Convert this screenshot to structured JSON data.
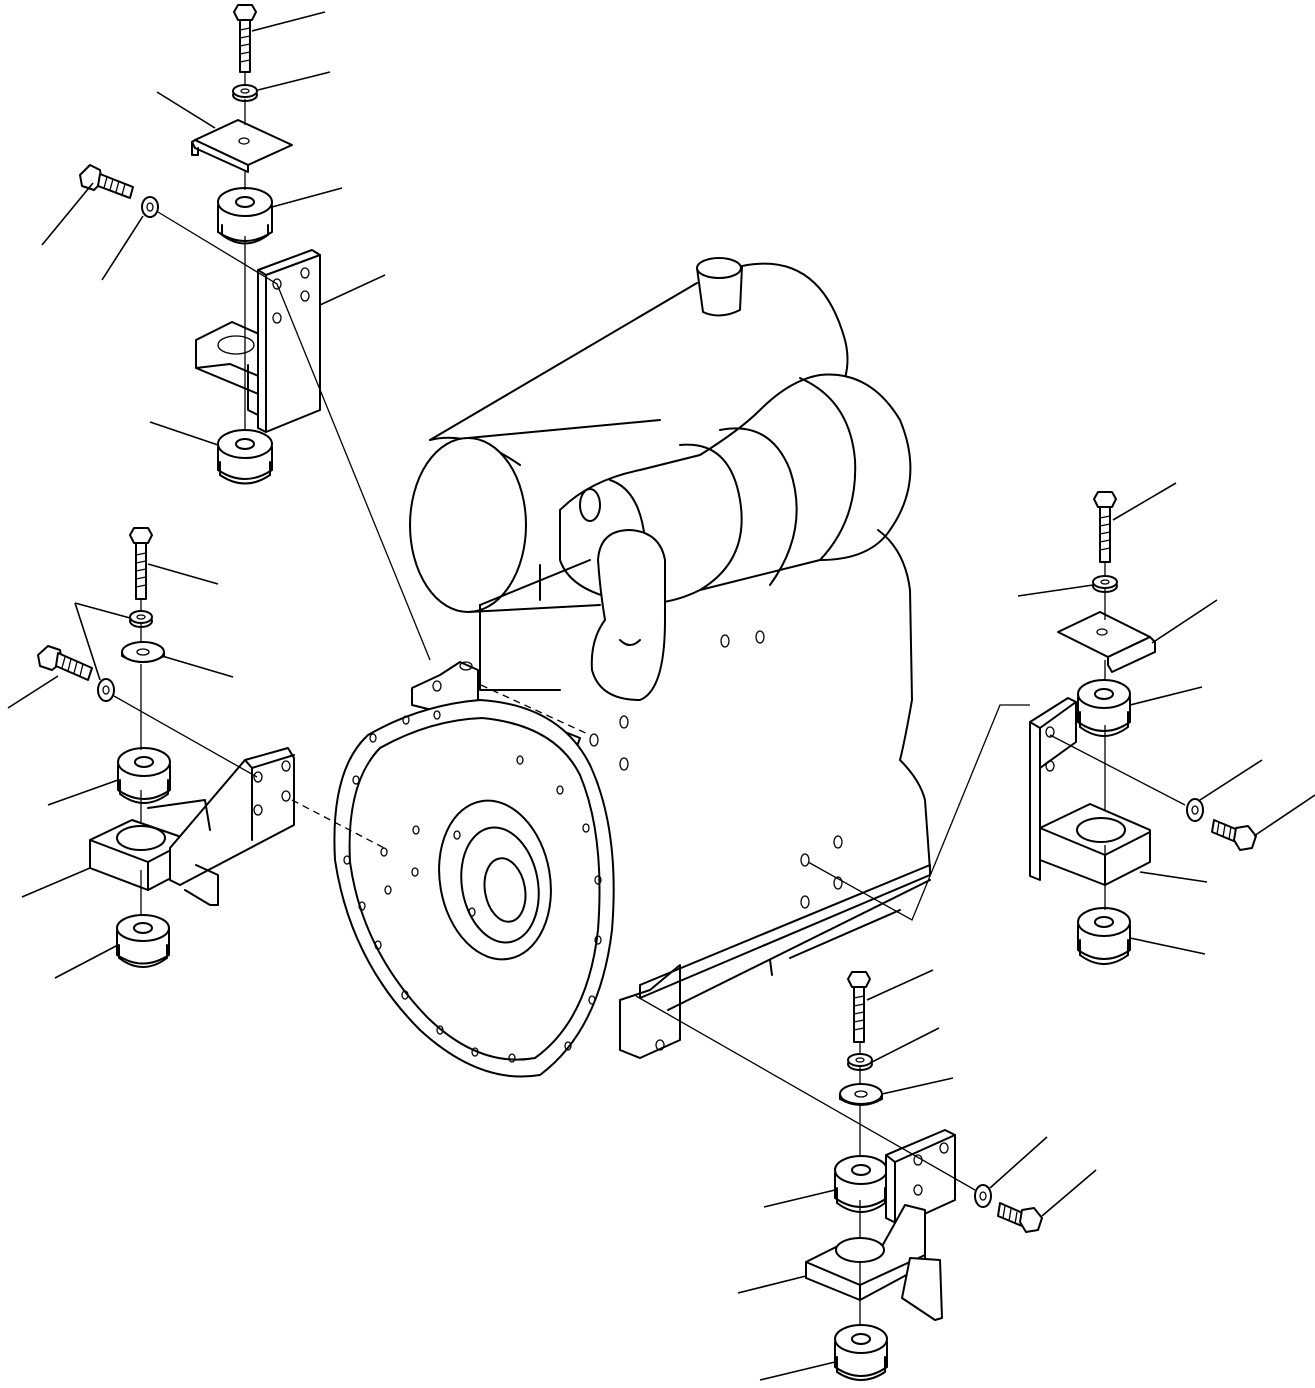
{
  "diagram": {
    "type": "exploded-parts-view",
    "subject": "engine-mount-assembly",
    "label_text": [],
    "mount_groups": [
      {
        "position": "upper-left",
        "parts": [
          "bolt",
          "washer",
          "retainer-plate",
          "rubber-cushion",
          "bracket",
          "rubber-cushion",
          "side-bolt",
          "side-washer"
        ]
      },
      {
        "position": "middle-left",
        "parts": [
          "bolt",
          "washer",
          "spacer-washer",
          "rubber-cushion",
          "bracket",
          "rubber-cushion",
          "side-bolt",
          "side-washer"
        ]
      },
      {
        "position": "right",
        "parts": [
          "bolt",
          "washer",
          "retainer-plate",
          "rubber-cushion",
          "bracket",
          "rubber-cushion",
          "side-bolt",
          "side-washer"
        ]
      },
      {
        "position": "lower-right",
        "parts": [
          "bolt",
          "washer",
          "spacer-washer",
          "rubber-cushion",
          "bracket",
          "rubber-cushion",
          "side-bolt",
          "side-washer"
        ]
      }
    ],
    "colors": {
      "line": "#000000",
      "background": "#ffffff"
    }
  }
}
